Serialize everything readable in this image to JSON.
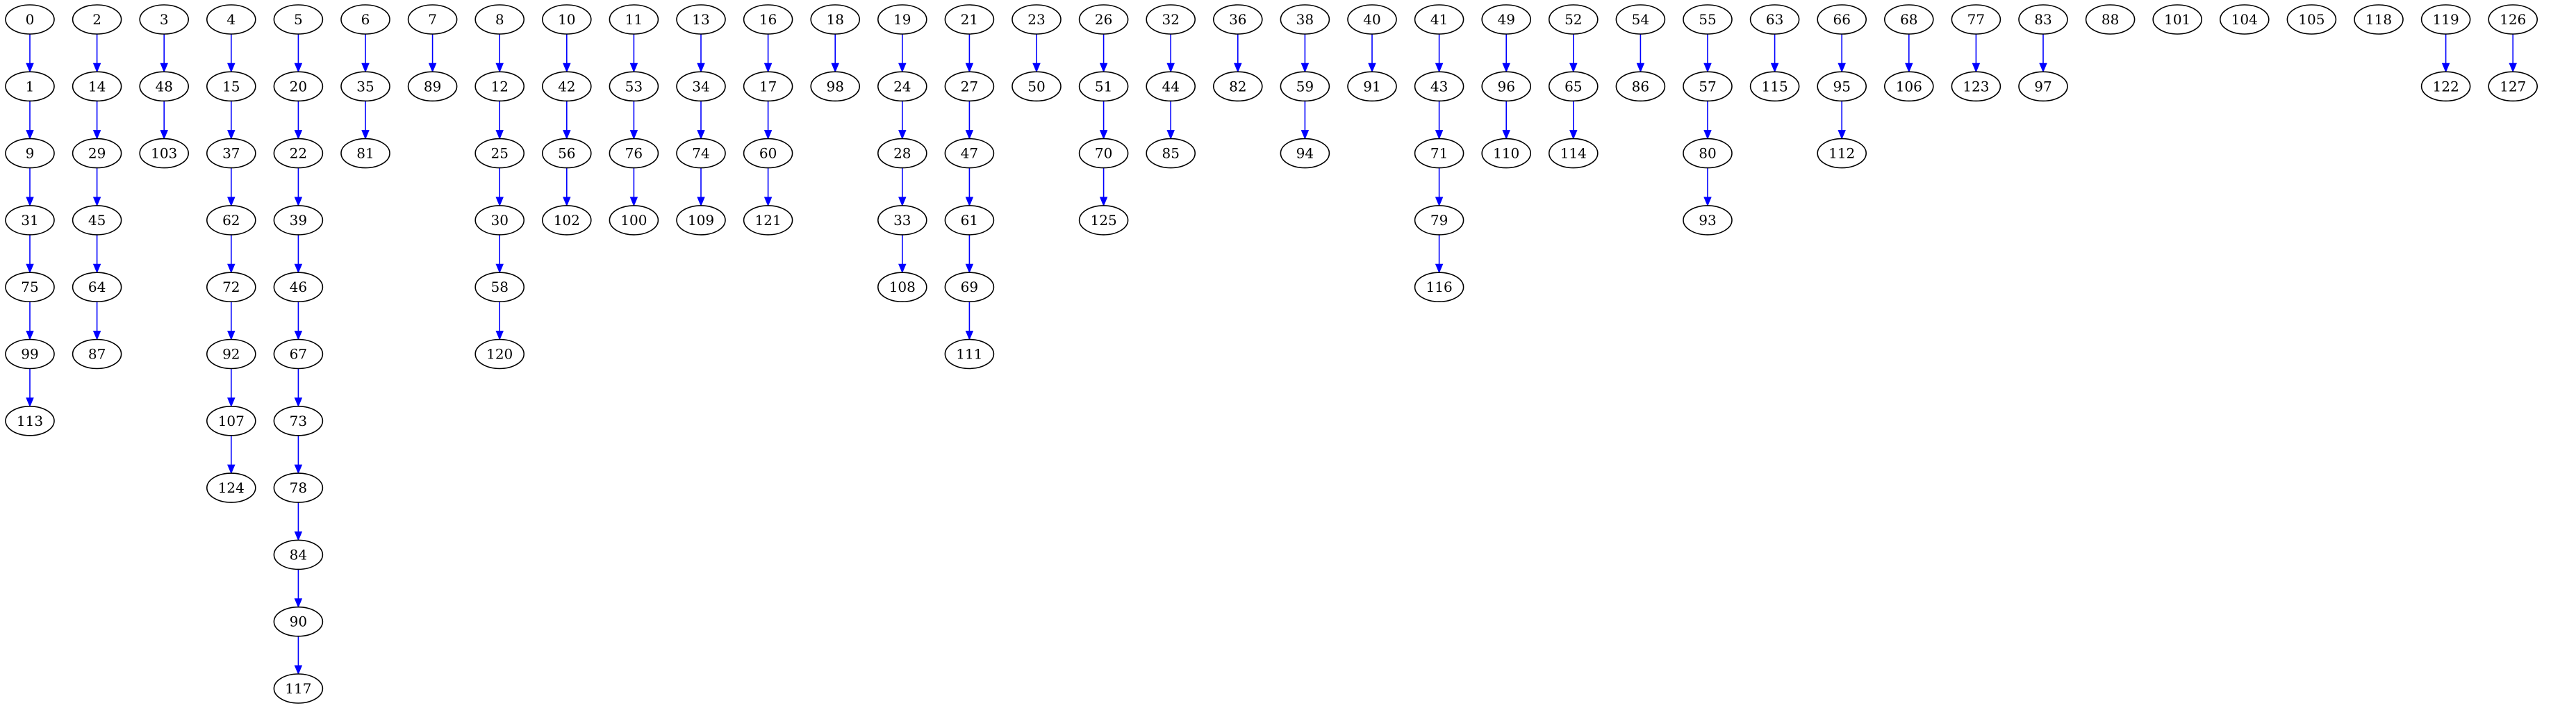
{
  "graph": {
    "edge_color": "#0000ff",
    "node_border_color": "#000000",
    "node_fill_color": "#ffffff",
    "chains": [
      [
        "0",
        "1",
        "9",
        "31",
        "75",
        "99",
        "113"
      ],
      [
        "2",
        "14",
        "29",
        "45",
        "64",
        "87"
      ],
      [
        "3",
        "48",
        "103"
      ],
      [
        "4",
        "15",
        "37",
        "62",
        "72",
        "92",
        "107",
        "124"
      ],
      [
        "5",
        "20",
        "22",
        "39",
        "46",
        "67",
        "73",
        "78",
        "84",
        "90",
        "117"
      ],
      [
        "6",
        "35",
        "81"
      ],
      [
        "7",
        "89"
      ],
      [
        "8",
        "12",
        "25",
        "30",
        "58",
        "120"
      ],
      [
        "10",
        "42",
        "56",
        "102"
      ],
      [
        "11",
        "53",
        "76",
        "100"
      ],
      [
        "13",
        "34",
        "74",
        "109"
      ],
      [
        "16",
        "17",
        "60",
        "121"
      ],
      [
        "18",
        "98"
      ],
      [
        "19",
        "24",
        "28",
        "33",
        "108"
      ],
      [
        "21",
        "27",
        "47",
        "61",
        "69",
        "111"
      ],
      [
        "23",
        "50"
      ],
      [
        "26",
        "51",
        "70",
        "125"
      ],
      [
        "32",
        "44",
        "85"
      ],
      [
        "36",
        "82"
      ],
      [
        "38",
        "59",
        "94"
      ],
      [
        "40",
        "91"
      ],
      [
        "41",
        "43",
        "71",
        "79",
        "116"
      ],
      [
        "49",
        "96",
        "110"
      ],
      [
        "52",
        "65",
        "114"
      ],
      [
        "54",
        "86"
      ],
      [
        "55",
        "57",
        "80",
        "93"
      ],
      [
        "63",
        "115"
      ],
      [
        "66",
        "95",
        "112"
      ],
      [
        "68",
        "106"
      ],
      [
        "77",
        "123"
      ],
      [
        "83",
        "97"
      ],
      [
        "88"
      ],
      [
        "101"
      ],
      [
        "104"
      ],
      [
        "105"
      ],
      [
        "118"
      ],
      [
        "119",
        "122"
      ],
      [
        "126",
        "127"
      ]
    ]
  }
}
